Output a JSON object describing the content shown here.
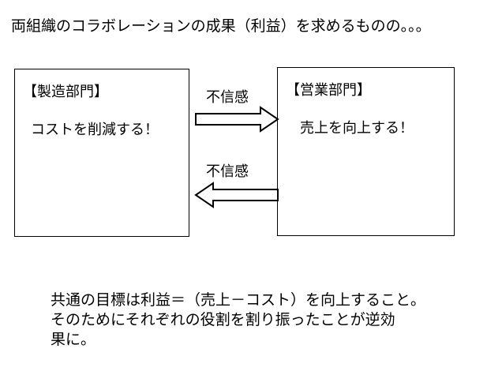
{
  "title": "両組織のコラボレーションの成果（利益）を求めるものの。。。",
  "left_box": {
    "heading": "【製造部門】",
    "text": "コストを削減する！"
  },
  "right_box": {
    "heading": "【営業部門】",
    "text": "売上を向上する！"
  },
  "arrows": {
    "top_label": "不信感",
    "bottom_label": "不信感"
  },
  "conclusion": {
    "line1": "共通の目標は利益＝（売上－コスト）を向上すること。",
    "line2": "そのためにそれぞれの役割を割り振ったことが逆効",
    "line3": "果に。"
  },
  "colors": {
    "stroke": "#000000",
    "fill": "#ffffff"
  }
}
